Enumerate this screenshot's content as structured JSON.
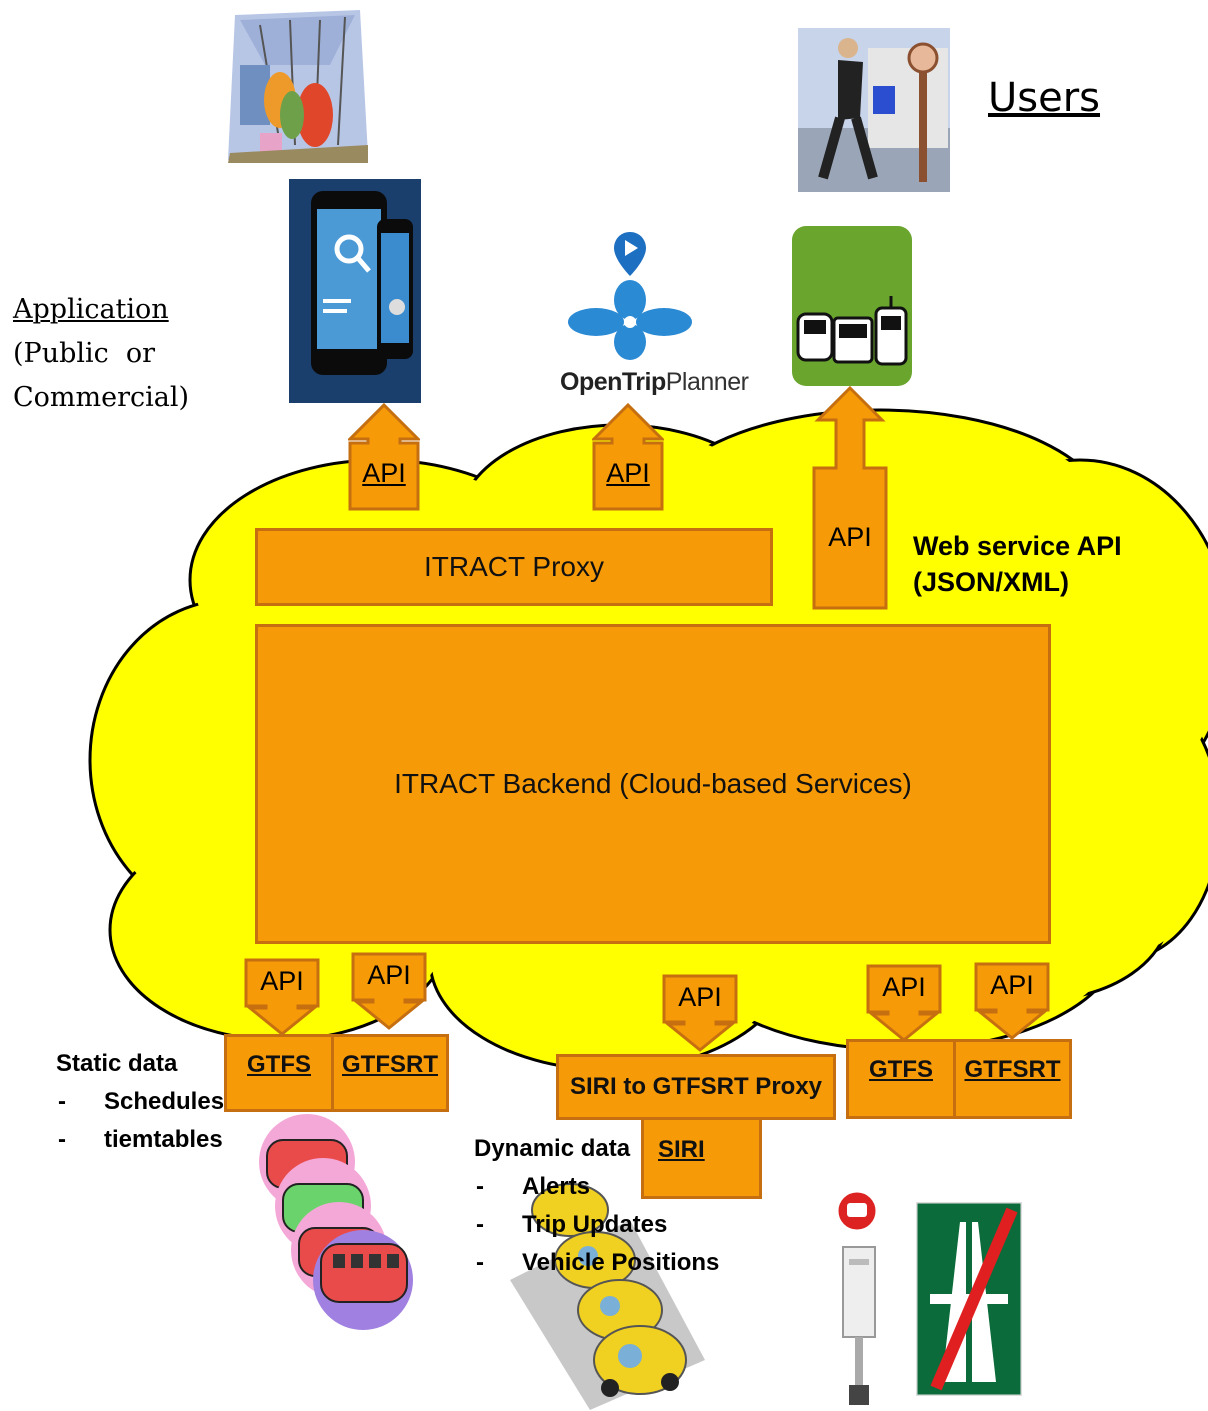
{
  "users_label": "Users",
  "application_label": {
    "line1": "Application",
    "line2": "(Public  or",
    "line3": "Commercial)"
  },
  "logo": {
    "text_open": "Open",
    "text_trip": "Trip",
    "text_planner": "Planner"
  },
  "api_label": "API",
  "proxy_label": "ITRACT Proxy",
  "backend_label": "ITRACT Backend (Cloud-based Services)",
  "web_service": {
    "line1": "Web service API",
    "line2": "(JSON/XML)"
  },
  "sources": {
    "gtfs": "GTFS",
    "gtfsrt": "GTFSRT",
    "siri_proxy": "SIRI to GTFSRT Proxy",
    "siri": "SIRI"
  },
  "static_data": {
    "title": "Static data",
    "items": [
      "Schedules",
      "tiemtables"
    ]
  },
  "dynamic_data": {
    "title": "Dynamic data",
    "items": [
      "Alerts",
      "Trip Updates",
      "Vehicle Positions"
    ]
  },
  "colors": {
    "cloud": "#ffff00",
    "box": "#f79a08",
    "box_border": "#c56f10",
    "icon_bg_green": "#6aa52e"
  }
}
